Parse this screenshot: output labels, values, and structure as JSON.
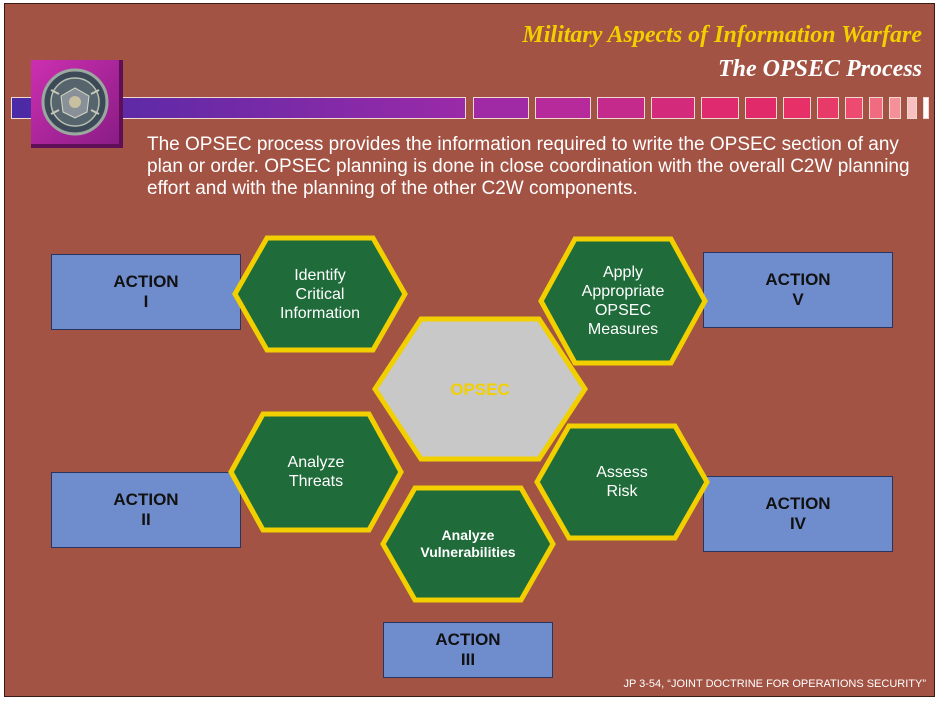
{
  "slide": {
    "title_line1": "Military Aspects of Information Warfare",
    "title_line2": "The OPSEC Process",
    "intro": "The OPSEC process provides the information required to write the OPSEC section of any plan or order. OPSEC planning is done in close coordination with the overall C2W planning effort and with the planning of the other C2W components.",
    "source": "JP 3-54, “JOINT DOCTRINE FOR OPERATIONS SECURITY”"
  },
  "diagram": {
    "center": "OPSEC",
    "steps": [
      {
        "action": "ACTION\nI",
        "hex": "Identify\nCritical\nInformation"
      },
      {
        "action": "ACTION\nII",
        "hex": "Analyze\nThreats"
      },
      {
        "action": "ACTION\nIII",
        "hex": "Analyze\nVulnerabilities"
      },
      {
        "action": "ACTION\nIV",
        "hex": "Assess\nRisk"
      },
      {
        "action": "ACTION\nV",
        "hex": "Apply\nAppropriate\nOPSEC\nMeasures"
      }
    ]
  },
  "colors": {
    "background": "#a35344",
    "title_yellow": "#f2d000",
    "hex_green": "#1f6b3a",
    "hex_border": "#f2d000",
    "center_gray": "#c8c8c8",
    "action_blue": "#6f8ccd"
  },
  "icons": {
    "emblem": "seal-emblem-icon"
  }
}
